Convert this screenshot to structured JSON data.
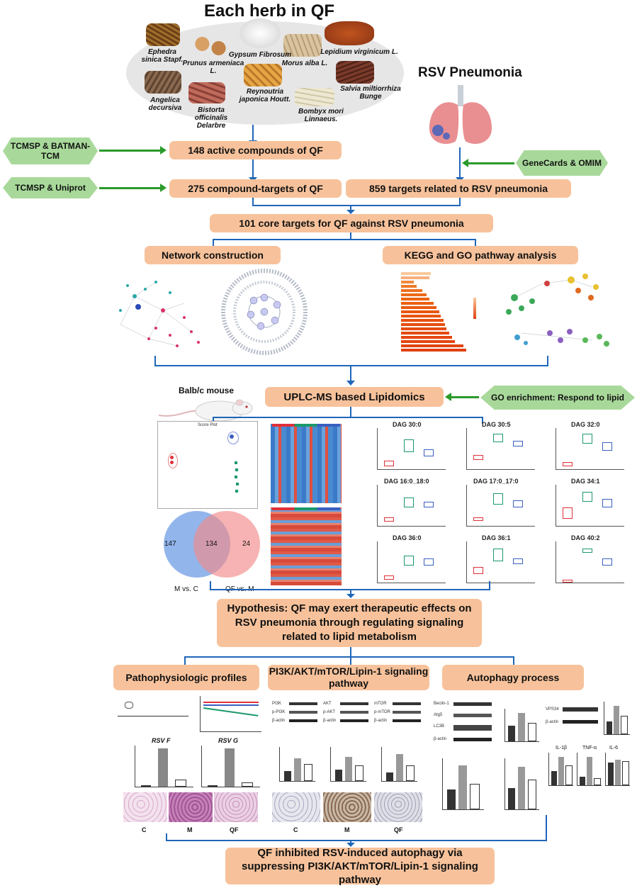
{
  "title": "Each herb in QF",
  "herbs": [
    {
      "name": "Ephedra sinica Stapf.",
      "color": "#8a5a2a"
    },
    {
      "name": "Prunus armeniaca L.",
      "color": "#c98a50"
    },
    {
      "name": "Gypsum Fibrosum",
      "color": "#e9e9e9"
    },
    {
      "name": "Morus alba L.",
      "color": "#d9c3a0"
    },
    {
      "name": "Lepidium virginicum L.",
      "color": "#a8451c"
    },
    {
      "name": "Angelica decursiva",
      "color": "#8a6a50"
    },
    {
      "name": "Reynoutria japonica Houtt.",
      "color": "#e0a040"
    },
    {
      "name": "Salvia miltiorrhiza Bunge",
      "color": "#7a3a2a"
    },
    {
      "name": "Bistorta officinalis Delarbre",
      "color": "#b9685a"
    },
    {
      "name": "Bombyx mori Linnaeus.",
      "color": "#e8e2cc"
    }
  ],
  "disease_title": "RSV Pneumonia",
  "db": {
    "tcmsp_batman": "TCMSP & BATMAN-TCM",
    "tcmsp_uniprot": "TCMSP & Uniprot",
    "genecards_omim": "GeneCards & OMIM",
    "go_lipid": "GO enrichment: Respond to lipid"
  },
  "steps": {
    "active_compounds": "148 active compounds of QF",
    "compound_targets": "275 compound-targets of QF",
    "rsv_targets": "859 targets related to RSV pneumonia",
    "core_targets": "101 core targets for QF against RSV pneumonia",
    "network": "Network construction",
    "kegg_go": "KEGG and GO pathway analysis",
    "lipidomics": "UPLC-MS based Lipidomics",
    "mouse": "Balb/c mouse",
    "hypothesis": "Hypothesis: QF may exert therapeutic effects on RSV pneumonia through regulating signaling related to lipid metabolism",
    "patho": "Pathophysiologic profiles",
    "pi3k": "PI3K/AKT/mTOR/Lipin-1 signaling pathway",
    "autophagy": "Autophagy process",
    "conclusion": "QF inhibited RSV-induced autophagy via suppressing PI3K/AKT/mTOR/Lipin-1 signaling pathway"
  },
  "venn": {
    "left": "147",
    "middle": "134",
    "right": "24",
    "left_label": "M vs. C",
    "right_label": "QF vs. M"
  },
  "dag_panels": [
    "DAG 30:0",
    "DAG 30:5",
    "DAG 32:0",
    "DAG 16:0_18:0",
    "DAG 17:0_17:0",
    "DAG 34:1",
    "DAG 36:0",
    "DAG 36:1",
    "DAG 40:2"
  ],
  "groups": [
    "C",
    "M",
    "QF"
  ],
  "patho_panels": {
    "rsvf": "RSV F",
    "rsvg": "RSV G"
  },
  "blots": {
    "pi3k": [
      "PI3K",
      "p-PI3K",
      "β-actin"
    ],
    "akt": [
      "AKT",
      "p-AKT",
      "β-actin"
    ],
    "mtor": [
      "mTOR",
      "p-mTOR",
      "β-actin"
    ],
    "autophagy": [
      "Beclin-1",
      "Atg5",
      "LC3B",
      "β-actin"
    ],
    "vps34": [
      "VPS34",
      "β-actin"
    ],
    "cytokines": [
      "IL-1β",
      "TNF-α",
      "IL-6"
    ]
  },
  "colors": {
    "box": "#f7c29b",
    "hex": "#a8d99a",
    "arrow_blue": "#1f66b8",
    "arrow_green": "#2a9a2a",
    "C": "#e0303a",
    "M": "#1a9a6a",
    "QF": "#3a5fc0"
  }
}
